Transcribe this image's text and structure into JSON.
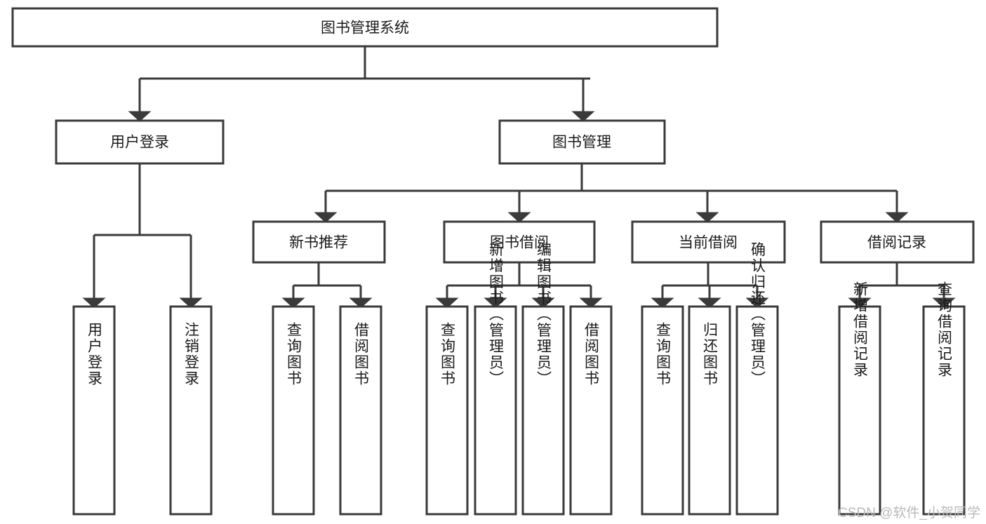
{
  "diagram": {
    "type": "tree-hierarchy",
    "title": "图书管理系统",
    "watermark": "CSDN @软件_小贺同学",
    "colors": {
      "stroke": "#3a3a3a",
      "fill": "#ffffff",
      "text": "#1a1a1a",
      "watermark": "#b9b9b9",
      "background": "#ffffff"
    },
    "root": {
      "label": "图书管理系统"
    },
    "level1": [
      {
        "label": "用户登录"
      },
      {
        "label": "图书管理"
      }
    ],
    "level2": [
      {
        "label": "新书推荐",
        "parent": "图书管理"
      },
      {
        "label": "图书借阅",
        "parent": "图书管理"
      },
      {
        "label": "当前借阅",
        "parent": "图书管理"
      },
      {
        "label": "借阅记录",
        "parent": "图书管理"
      }
    ],
    "leaves": {
      "用户登录": [
        {
          "label": "用户登录"
        },
        {
          "label": "注销登录"
        }
      ],
      "新书推荐": [
        {
          "label": "查询图书"
        },
        {
          "label": "借阅图书"
        }
      ],
      "图书借阅": [
        {
          "label": "查询图书"
        },
        {
          "label": "新增图书（管理员）"
        },
        {
          "label": "编辑图书（管理员）"
        },
        {
          "label": "借阅图书"
        }
      ],
      "当前借阅": [
        {
          "label": "查询图书"
        },
        {
          "label": "归还图书"
        },
        {
          "label": "确认归还（管理员）"
        }
      ],
      "借阅记录": [
        {
          "label": "新增借阅记录"
        },
        {
          "label": "查询借阅记录"
        }
      ]
    }
  }
}
